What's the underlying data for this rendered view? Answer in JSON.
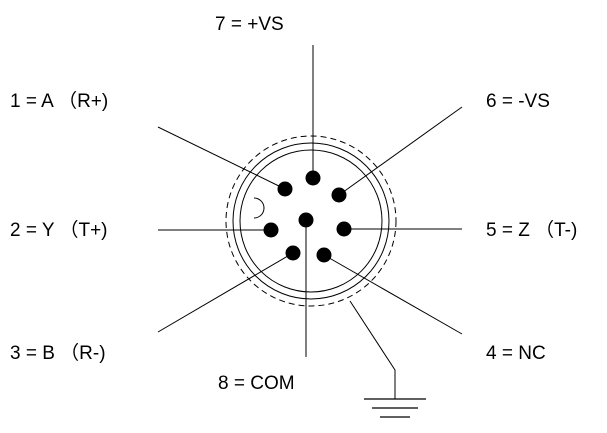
{
  "colors": {
    "ink": "#000000",
    "background": "#ffffff"
  },
  "pins": [
    {
      "id": "pin-1",
      "label": "1 = A （R+)"
    },
    {
      "id": "pin-2",
      "label": "2 = Y （T+)"
    },
    {
      "id": "pin-3",
      "label": "3 = B （R-)"
    },
    {
      "id": "pin-4",
      "label": "4 = NC"
    },
    {
      "id": "pin-5",
      "label": "5 = Z （T-)"
    },
    {
      "id": "pin-6",
      "label": "6 = -VS"
    },
    {
      "id": "pin-7",
      "label": "7 = +VS"
    },
    {
      "id": "pin-8",
      "label": "8 = COM"
    }
  ],
  "ground_icon": "ground-symbol-icon"
}
